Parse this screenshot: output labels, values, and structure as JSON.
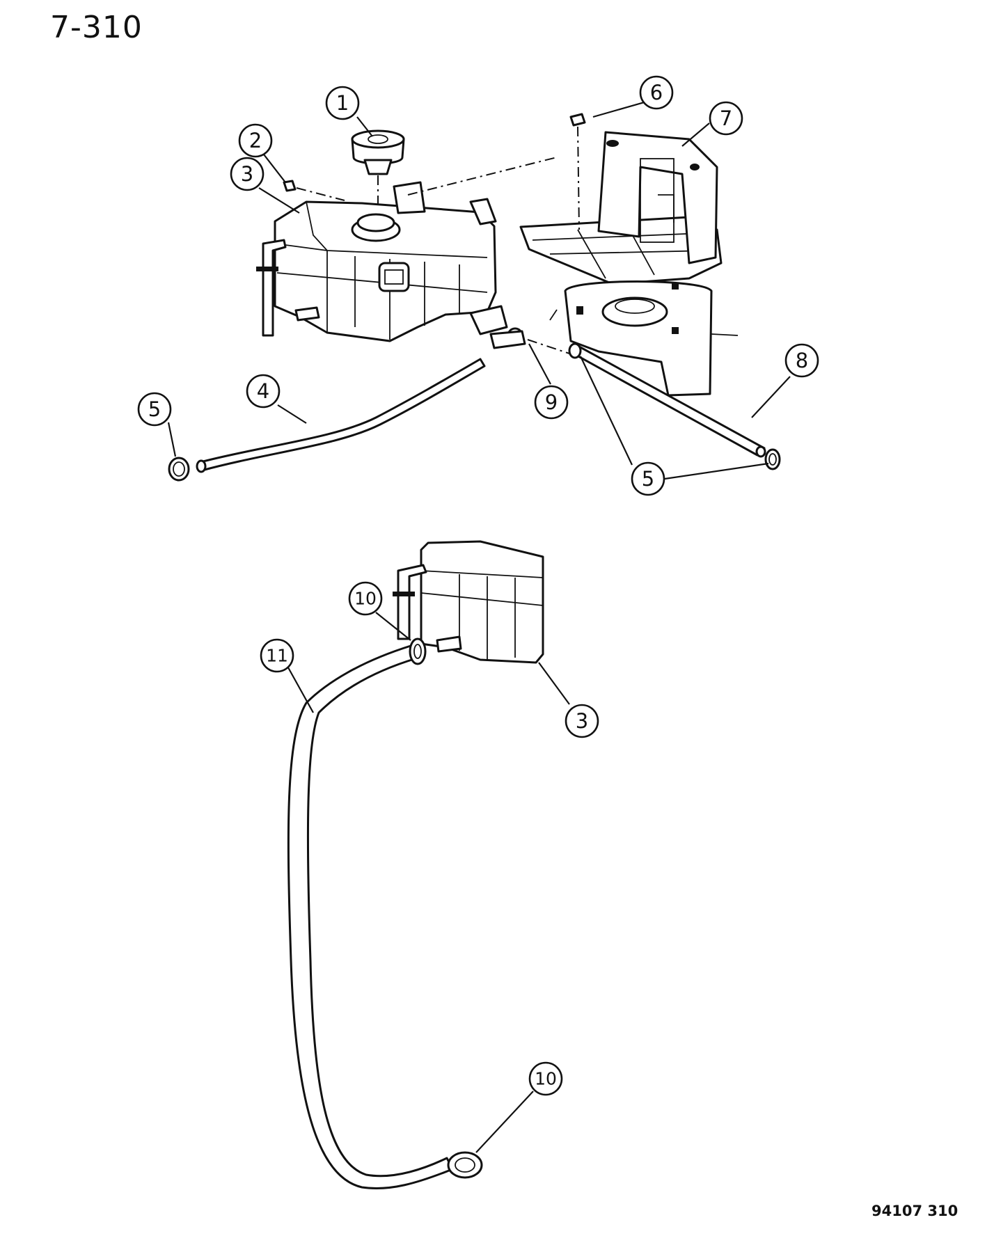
{
  "header": {
    "page_ref": "7-310"
  },
  "footer": {
    "figure_code": "94107  310"
  },
  "callouts": [
    {
      "id": "c1",
      "label": "1"
    },
    {
      "id": "c2",
      "label": "2"
    },
    {
      "id": "c3a",
      "label": "3"
    },
    {
      "id": "c4",
      "label": "4"
    },
    {
      "id": "c5a",
      "label": "5"
    },
    {
      "id": "c5b",
      "label": "5"
    },
    {
      "id": "c6",
      "label": "6"
    },
    {
      "id": "c7",
      "label": "7"
    },
    {
      "id": "c8",
      "label": "8"
    },
    {
      "id": "c9",
      "label": "9"
    },
    {
      "id": "c10a",
      "label": "10"
    },
    {
      "id": "c11",
      "label": "11"
    },
    {
      "id": "c3b",
      "label": "3"
    },
    {
      "id": "c10b",
      "label": "10"
    }
  ]
}
